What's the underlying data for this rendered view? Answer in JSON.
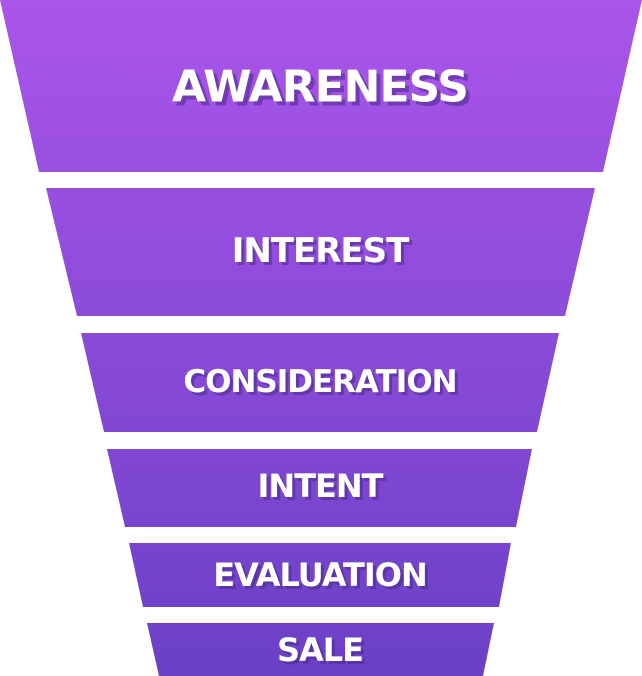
{
  "funnel": {
    "stages": [
      {
        "label": "AWARENESS"
      },
      {
        "label": "INTEREST"
      },
      {
        "label": "CONSIDERATION"
      },
      {
        "label": "INTENT"
      },
      {
        "label": "EVALUATION"
      },
      {
        "label": "SALE"
      }
    ],
    "colors": {
      "top": "#aa55ea",
      "bottom": "#6a40c6",
      "text": "#ffffff"
    }
  }
}
